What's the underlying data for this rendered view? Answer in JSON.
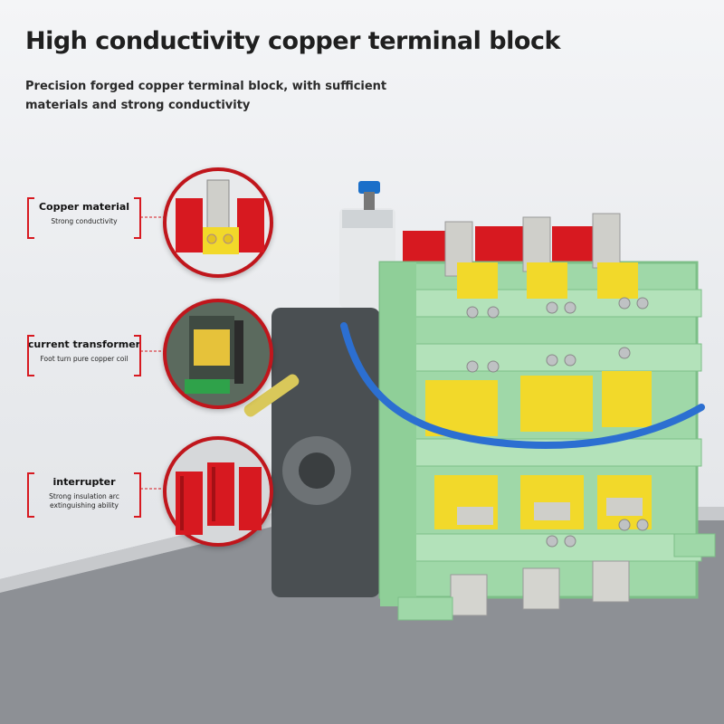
{
  "header": {
    "title": "High conductivity copper terminal block",
    "subtitle": "Precision forged copper terminal block, with sufficient materials and strong conductivity"
  },
  "callouts": [
    {
      "heading": "Copper material",
      "sub": "Strong conductivity"
    },
    {
      "heading": "current transformer",
      "sub": "Foot turn pure copper coil"
    },
    {
      "heading": "interrupter",
      "sub": "Strong insulation arc extinguishing ability"
    }
  ],
  "colors": {
    "accent_red": "#d71920",
    "frame_green": "#9fd8a8",
    "insulator_yellow": "#f2d92a",
    "copper": "#c9c9c4"
  },
  "icons": [
    "copper-terminal-closeup",
    "transformer-coil-closeup",
    "interrupter-closeup",
    "circuit-breaker-illustration"
  ]
}
